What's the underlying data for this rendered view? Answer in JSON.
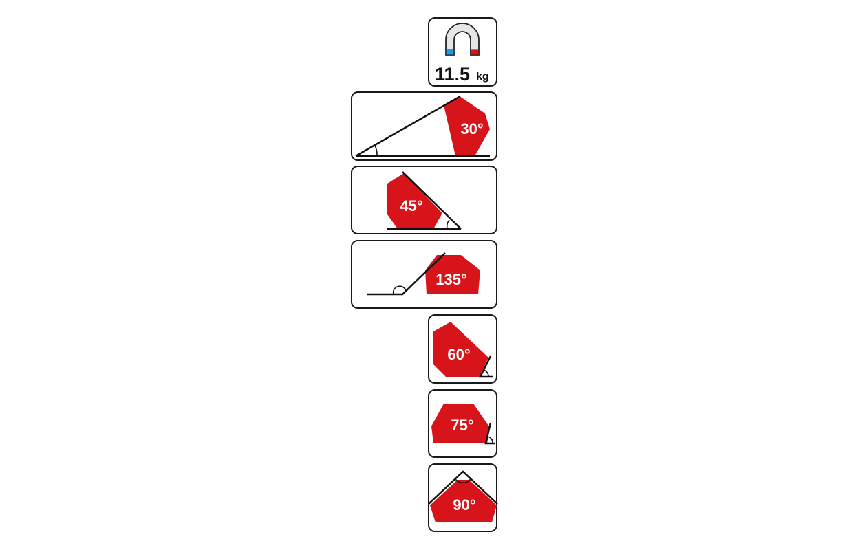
{
  "magnet": {
    "value": "11.5",
    "unit": "kg",
    "icon": "horseshoe-magnet-icon"
  },
  "angles": [
    {
      "label": "30°"
    },
    {
      "label": "45°"
    },
    {
      "label": "135°"
    },
    {
      "label": "60°"
    },
    {
      "label": "75°"
    },
    {
      "label": "90°"
    }
  ],
  "colors": {
    "red": "#d7141a",
    "blue": "#1e9be0",
    "outline": "#1a1a1a"
  }
}
